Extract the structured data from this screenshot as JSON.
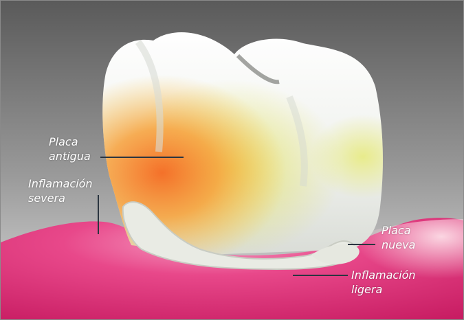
{
  "labels": {
    "old_plaque": [
      "Placa",
      "antigua"
    ],
    "severe_inflammation": [
      "Inflamación",
      "severa"
    ],
    "new_plaque": [
      "Placa",
      "nueva"
    ],
    "mild_inflammation": [
      "Inflamación",
      "ligera"
    ]
  },
  "colors": {
    "background_top": "#5c5c5c",
    "background_bottom": "#d8d8d8",
    "gum": "#e23a7a",
    "tooth": "#f4f5f2",
    "old_plaque": "#f27a2a",
    "new_plaque": "#e4e870",
    "leader_line": "#2b3540",
    "label_text": "#ffffff"
  }
}
